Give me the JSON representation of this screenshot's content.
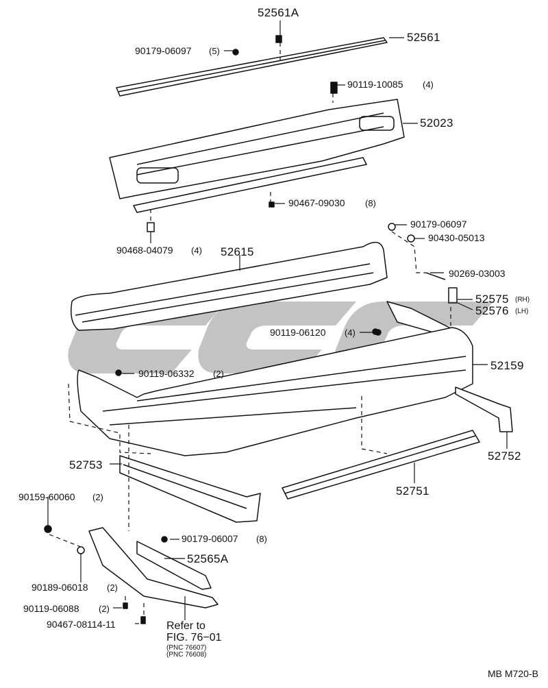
{
  "diagram_id": "MB M720-B",
  "parts": {
    "p52561A": "52561A",
    "p52561": "52561",
    "p90179_06097a": "90179-06097",
    "p90179_06097a_qty": "(5)",
    "p90119_10085": "90119-10085",
    "p90119_10085_qty": "(4)",
    "p52023": "52023",
    "p90467_09030": "90467-09030",
    "p90467_09030_qty": "(8)",
    "p90468_04079": "90468-04079",
    "p90468_04079_qty": "(4)",
    "p52615": "52615",
    "p90179_06097b": "90179-06097",
    "p90430_05013": "90430-05013",
    "p90269_03003": "90269-03003",
    "p52575": "52575",
    "p52575_side": "(RH)",
    "p52576": "52576",
    "p52576_side": "(LH)",
    "p90119_06120": "90119-06120",
    "p90119_06120_qty": "(4)",
    "p52159": "52159",
    "p90119_06332": "90119-06332",
    "p90119_06332_qty": "(2)",
    "p52753": "52753",
    "p52752": "52752",
    "p52751": "52751",
    "p90159_60060": "90159-60060",
    "p90159_60060_qty": "(2)",
    "p90179_06007": "90179-06007",
    "p90179_06007_qty": "(8)",
    "p52565A": "52565A",
    "p90189_06018": "90189-06018",
    "p90189_06018_qty": "(2)",
    "p90119_06088": "90119-06088",
    "p90119_06088_qty": "(2)",
    "p90467_08114": "90467-08114-11"
  },
  "reference": {
    "line1": "Refer to",
    "line2": "FIG. 76−01",
    "pnc1": "(PNC 76607)",
    "pnc2": "(PNC 76608)"
  },
  "colors": {
    "ink": "#111111",
    "watermark": "#bdbdbd"
  }
}
